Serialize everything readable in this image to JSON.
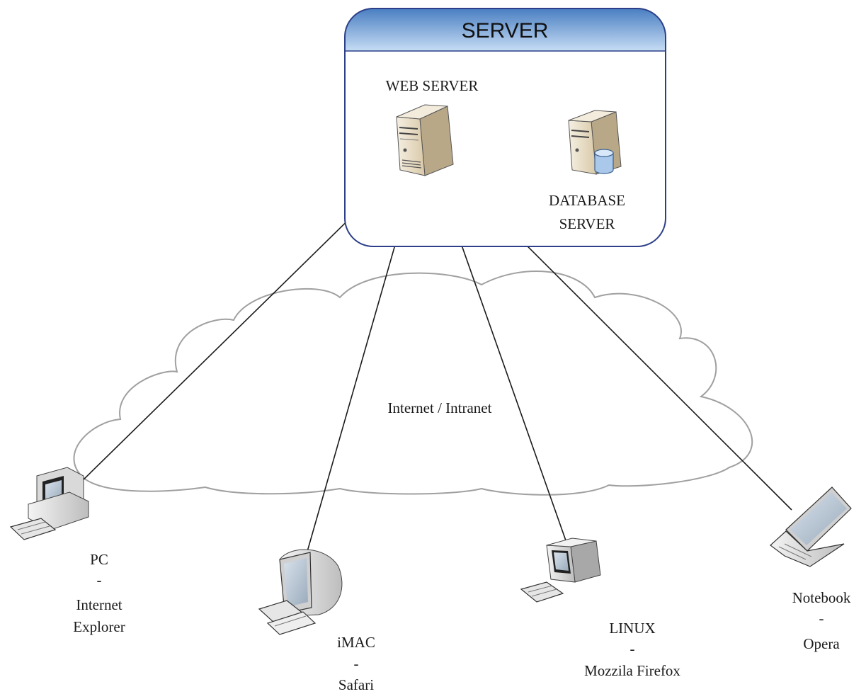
{
  "server_box": {
    "title": "SERVER"
  },
  "web_server": {
    "label": "WEB SERVER",
    "icon": "tower-server-icon"
  },
  "database_server": {
    "label_line1": "DATABASE",
    "label_line2": "SERVER",
    "icon": "database-server-icon"
  },
  "network": {
    "label": "Internet / Intranet",
    "icon": "cloud-icon"
  },
  "clients": [
    {
      "name": "PC",
      "sep": "-",
      "browser_line1": "Internet",
      "browser_line2": "Explorer",
      "icon": "desktop-pc-icon"
    },
    {
      "name": "iMAC",
      "sep": "-",
      "browser": "Safari",
      "icon": "imac-icon"
    },
    {
      "name": "LINUX",
      "sep": "-",
      "browser": "Mozzila Firefox",
      "icon": "linux-pc-icon"
    },
    {
      "name": "Notebook",
      "sep": "-",
      "browser": "Opera",
      "icon": "laptop-icon"
    }
  ],
  "colors": {
    "header_top": "#4a7fc2",
    "header_bottom": "#b9d2f0",
    "box_border": "#2c3f88",
    "beige": "#e8dcc4",
    "beige_dark": "#b8a888",
    "cloud_stroke": "#a0a0a0",
    "line": "#1a1a1a"
  }
}
